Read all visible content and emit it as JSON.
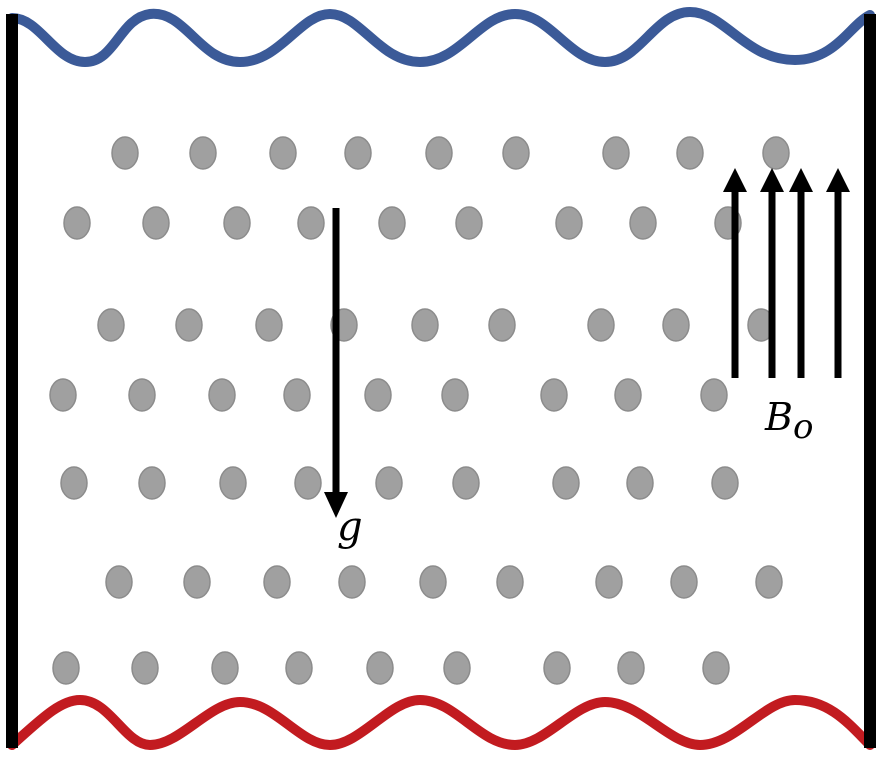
{
  "colors": {
    "wall": "#000000",
    "top_boundary": "#3b5a98",
    "bottom_boundary": "#c21b20",
    "particle": "#a0a0a0",
    "particle_stroke": "#8c8c8c",
    "arrow": "#000000"
  },
  "labels": {
    "gravity": "g",
    "field_main": "B",
    "field_sub": "o"
  },
  "icons": {
    "gravity_arrow": "arrow-down",
    "field_arrows": "arrow-up"
  },
  "particle_rows": 7,
  "particles_per_row": 9
}
